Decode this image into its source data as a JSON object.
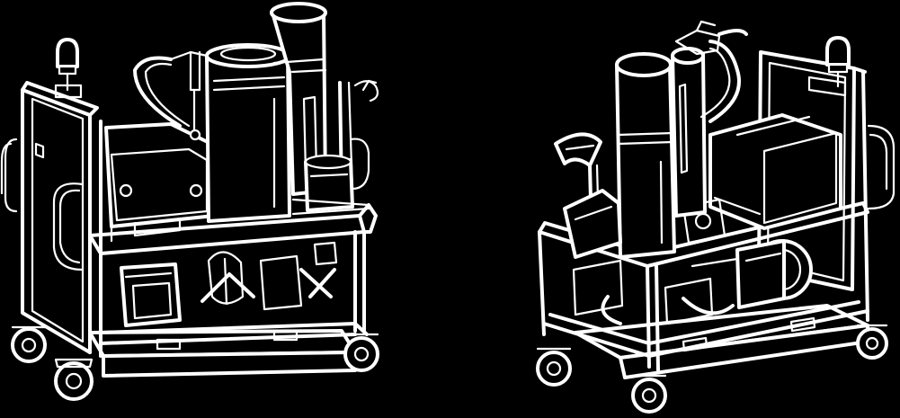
{
  "canvas": {
    "background": "#000000",
    "stroke": "#ffffff"
  },
  "figures": [
    {
      "id": "unit-front",
      "icon": "filtration-unit-on-cart"
    },
    {
      "id": "unit-rear",
      "icon": "filtration-unit-on-cart"
    }
  ]
}
